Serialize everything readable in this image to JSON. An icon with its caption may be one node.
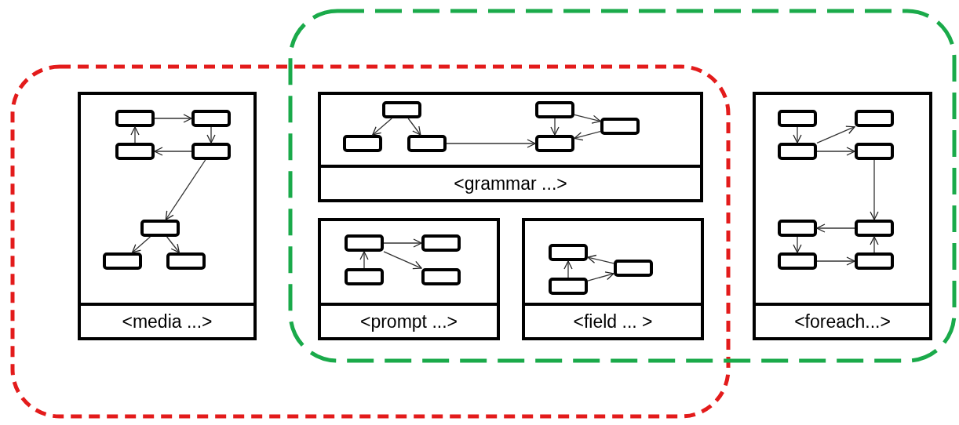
{
  "diagram": {
    "nodes": [
      {
        "text": [],
        "shape": "box"
      },
      {
        "text": [],
        "shape": "box"
      },
      {
        "text": [
          "<media ...>"
        ],
        "in": 0
      },
      {
        "text": [],
        "shape": "box",
        "in": 2
      },
      {
        "text": [],
        "shape": "box",
        "in": 2
      },
      {
        "text": [],
        "shape": "box",
        "in": 2
      },
      {
        "text": [],
        "shape": "box",
        "in": 2
      },
      {
        "text": [],
        "shape": "box",
        "in": 2
      },
      {
        "text": [],
        "shape": "box",
        "in": 2
      },
      {
        "text": [],
        "shape": "box",
        "in": 2
      },
      {
        "text": [
          "<grammar ...>"
        ]
      },
      {
        "text": [],
        "shape": "box",
        "in": 10
      },
      {
        "text": [],
        "shape": "box",
        "in": 10
      },
      {
        "text": [],
        "shape": "box",
        "in": 10
      },
      {
        "text": [],
        "shape": "box",
        "in": 10
      },
      {
        "text": [],
        "shape": "box",
        "in": 10
      },
      {
        "text": [],
        "shape": "box",
        "in": 10
      },
      {
        "text": [
          "<prompt ...>"
        ]
      },
      {
        "text": [],
        "shape": "box",
        "in": 17
      },
      {
        "text": [],
        "shape": "box",
        "in": 17
      },
      {
        "text": [],
        "shape": "box",
        "in": 17
      },
      {
        "text": [],
        "shape": "box",
        "in": 17
      },
      {
        "text": [
          "<field ... >"
        ]
      },
      {
        "text": [],
        "shape": "box",
        "in": 22
      },
      {
        "text": [],
        "shape": "box",
        "in": 22
      },
      {
        "text": [],
        "shape": "box",
        "in": 22
      },
      {
        "text": [
          "<foreach...>"
        ],
        "in": 1
      },
      {
        "text": [],
        "shape": "box",
        "in": 26
      },
      {
        "text": [],
        "shape": "box",
        "in": 26
      },
      {
        "text": [],
        "shape": "box",
        "in": 26
      },
      {
        "text": [],
        "shape": "box",
        "in": 26
      },
      {
        "text": [],
        "shape": "box",
        "in": 26
      },
      {
        "text": [],
        "shape": "box",
        "in": 26
      },
      {
        "text": [],
        "shape": "box",
        "in": 26
      },
      {
        "text": [],
        "shape": "box",
        "in": 26
      }
    ],
    "edges": [
      {
        "from": 3,
        "to": 4,
        "arrow": "to"
      },
      {
        "from": 4,
        "to": 6,
        "arrow": "to"
      },
      {
        "from": 6,
        "to": 5,
        "arrow": "to"
      },
      {
        "from": 5,
        "to": 3,
        "arrow": "to"
      },
      {
        "from": 6,
        "to": 7,
        "arrow": "to"
      },
      {
        "from": 7,
        "to": 8,
        "arrow": "to"
      },
      {
        "from": 7,
        "to": 9,
        "arrow": "to"
      },
      {
        "from": 11,
        "to": 12,
        "arrow": "to"
      },
      {
        "from": 11,
        "to": 13,
        "arrow": "to"
      },
      {
        "from": 13,
        "to": 16,
        "arrow": "to"
      },
      {
        "from": 14,
        "to": 16,
        "arrow": "to"
      },
      {
        "from": 14,
        "to": 15,
        "arrow": "to"
      },
      {
        "from": 15,
        "to": 16,
        "arrow": "to"
      },
      {
        "from": 18,
        "to": 19,
        "arrow": "to"
      },
      {
        "from": 20,
        "to": 18,
        "arrow": "to"
      },
      {
        "from": 18,
        "to": 21,
        "arrow": "to"
      },
      {
        "from": 24,
        "to": 23,
        "arrow": "to"
      },
      {
        "from": 25,
        "to": 23,
        "arrow": "to"
      },
      {
        "from": 25,
        "to": 24,
        "arrow": "to"
      },
      {
        "from": 27,
        "to": 29,
        "arrow": "to"
      },
      {
        "from": 29,
        "to": 28,
        "arrow": "to"
      },
      {
        "from": 29,
        "to": 30,
        "arrow": "to"
      },
      {
        "from": 30,
        "to": 32,
        "arrow": "to"
      },
      {
        "from": 32,
        "to": 31,
        "arrow": "to"
      },
      {
        "from": 31,
        "to": 33,
        "arrow": "to"
      },
      {
        "from": 33,
        "to": 34,
        "arrow": "to"
      },
      {
        "from": 34,
        "to": 32,
        "arrow": "to"
      }
    ]
  }
}
